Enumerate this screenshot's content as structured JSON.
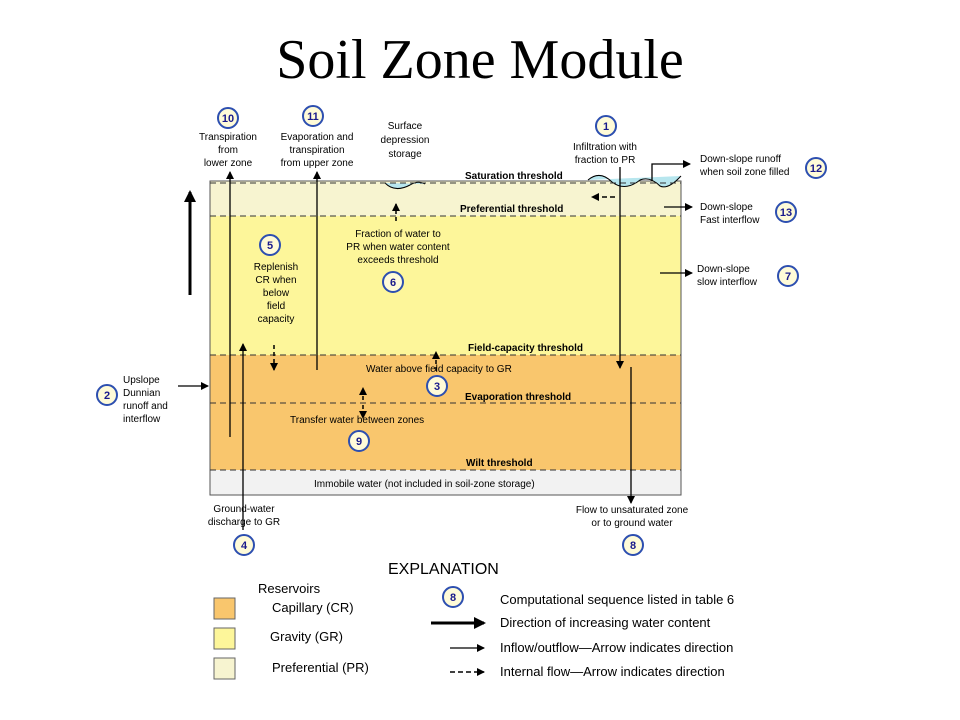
{
  "title": "Soil Zone Module",
  "thresholds": {
    "saturation": "Saturation threshold",
    "preferential": "Preferential threshold",
    "field_capacity": "Field-capacity threshold",
    "evaporation": "Evaporation threshold",
    "wilt": "Wilt threshold"
  },
  "immobile_label": "Immobile water (not included in soil-zone storage)",
  "steps": {
    "s1": {
      "num": "1",
      "lines": [
        "Infiltration with",
        "fraction to PR"
      ]
    },
    "s2": {
      "num": "2",
      "lines": [
        "Upslope",
        "Dunnian",
        "runoff and",
        "interflow"
      ]
    },
    "s3": {
      "num": "3",
      "lines": [
        "Water above field capacity to GR"
      ]
    },
    "s4": {
      "num": "4",
      "lines": [
        "Ground-water",
        "discharge to GR"
      ]
    },
    "s5": {
      "num": "5",
      "lines": [
        "Replenish",
        "CR when",
        "below",
        "field",
        "capacity"
      ]
    },
    "s6": {
      "num": "6",
      "lines": [
        "Fraction of water to",
        "PR when water content",
        "exceeds threshold"
      ]
    },
    "s7": {
      "num": "7",
      "lines": [
        "Down-slope",
        "slow interflow"
      ]
    },
    "s8": {
      "num": "8",
      "lines": [
        "Flow to unsaturated zone",
        "or to ground water"
      ]
    },
    "s9": {
      "num": "9",
      "lines": [
        "Transfer water between zones"
      ]
    },
    "s10": {
      "num": "10",
      "lines": [
        "Transpiration",
        "from",
        "lower zone"
      ]
    },
    "s11": {
      "num": "11",
      "lines": [
        "Evaporation and",
        "transpiration",
        "from upper zone"
      ]
    },
    "s12": {
      "num": "12",
      "lines": [
        "Down-slope runoff",
        "when soil zone filled"
      ]
    },
    "s13": {
      "num": "13",
      "lines": [
        "Down-slope",
        "Fast interflow"
      ]
    }
  },
  "surface_storage": [
    "Surface",
    "depression",
    "storage"
  ],
  "explanation": {
    "heading": "EXPLANATION",
    "reservoirs_label": "Reservoirs",
    "reservoirs": [
      {
        "label": "Capillary (CR)",
        "color": "#f9c66d"
      },
      {
        "label": "Gravity (GR)",
        "color": "#fdf69a"
      },
      {
        "label": "Preferential (PR)",
        "color": "#f7f4d0"
      }
    ],
    "legend_num": "8",
    "items": [
      "Computational sequence listed in table 6",
      "Direction of increasing water content",
      "Inflow/outflow—Arrow indicates direction",
      "Internal flow—Arrow indicates direction"
    ]
  },
  "colors": {
    "capillary": "#f9c66d",
    "gravity": "#fdf69a",
    "preferential": "#f7f4d0",
    "immobile": "#f2f2f2",
    "surface_water": "#b7e6ee",
    "number_ring": "#2d4fb0"
  }
}
